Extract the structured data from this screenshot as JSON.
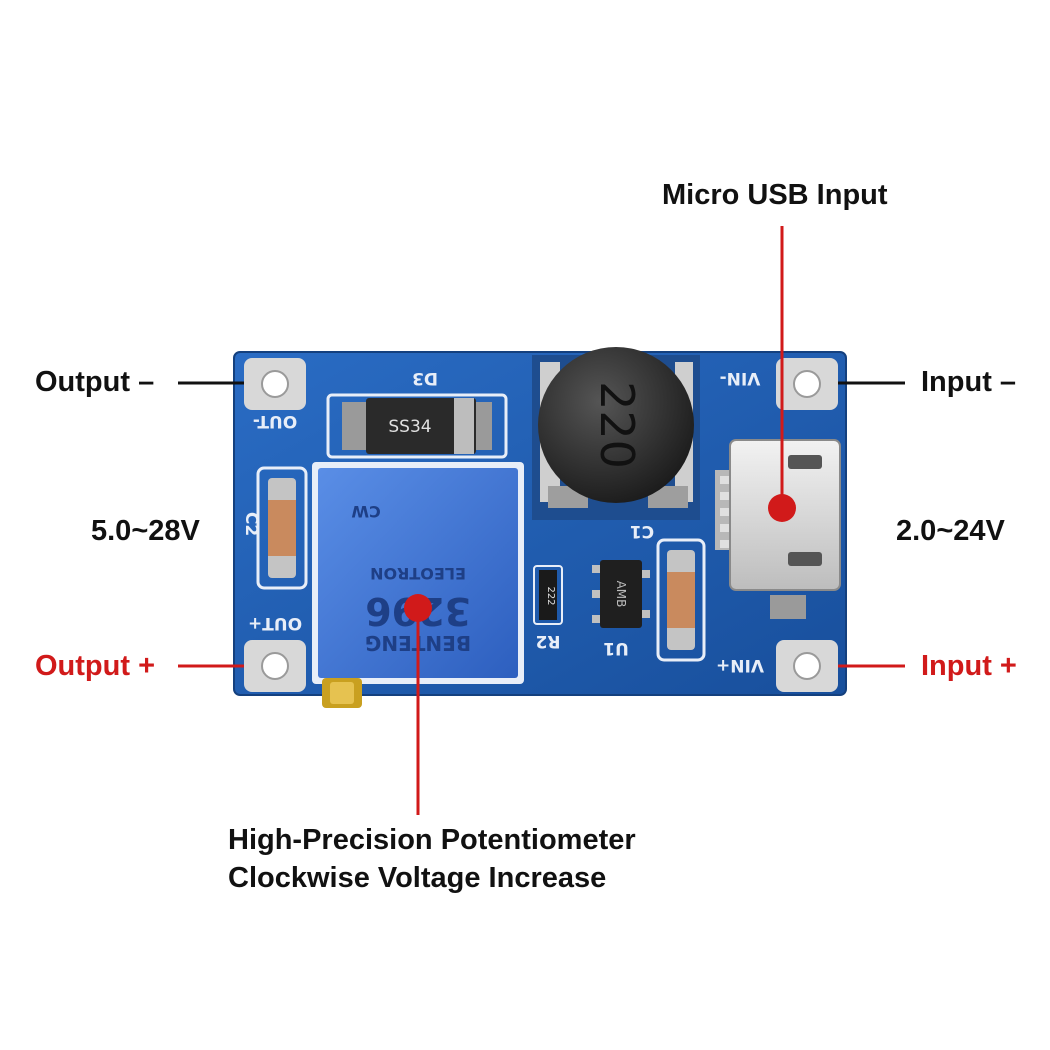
{
  "labels": {
    "micro_usb_input": "Micro USB Input",
    "output_minus": "Output –",
    "input_minus": "Input –",
    "output_voltage": "5.0~28V",
    "input_voltage": "2.0~24V",
    "output_plus": "Output +",
    "input_plus": "Input +",
    "pot_line1": "High-Precision Potentiometer",
    "pot_line2": "Clockwise Voltage Increase"
  },
  "board_silkscreen": {
    "d3": "D3",
    "diode": "SS34",
    "inductor": "220",
    "out_minus": "OUT-",
    "out_plus": "OUT+",
    "vin_minus": "VIN-",
    "vin_plus": "VIN+",
    "c1": "C1",
    "c2": "C2",
    "r2": "R2",
    "u1": "U1",
    "resistor_code": "222",
    "ic_marking": "AMB",
    "pot_brand": "BENTENG",
    "pot_model": "3296",
    "pot_sub": "ELEOTRON",
    "pot_cw": "CW"
  },
  "colors": {
    "pcb": "#1f5fb4",
    "accent_red": "#d11a1a",
    "pot_blue": "#3a6fd0"
  }
}
